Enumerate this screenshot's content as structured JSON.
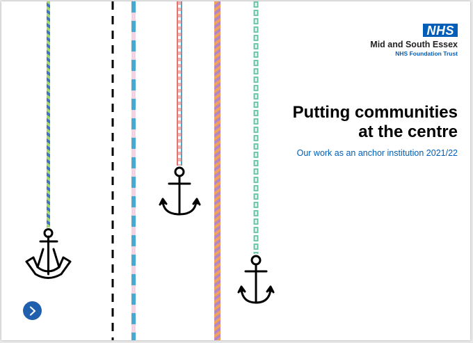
{
  "logo": {
    "badge": "NHS",
    "org_name": "Mid and South Essex",
    "org_sub": "NHS Foundation Trust"
  },
  "cover": {
    "title_line1": "Putting communities",
    "title_line2": "at the centre",
    "subtitle": "Our work as an anchor institution 2021/22"
  },
  "navigation": {
    "next_icon": "chevron-right-icon"
  },
  "colors": {
    "nhs_blue": "#005eb8",
    "button_blue": "#1f5fad",
    "rope_green": "#a6d96a",
    "rope_blue": "#3f73c8",
    "stripe_cyan": "#47a8d2",
    "stripe_pink": "#f3d3e2",
    "chain_red": "#e8736c",
    "chain_teal": "#6ccaa8",
    "stripe_orange": "#f0a15b",
    "stripe_purple": "#b486c2"
  }
}
